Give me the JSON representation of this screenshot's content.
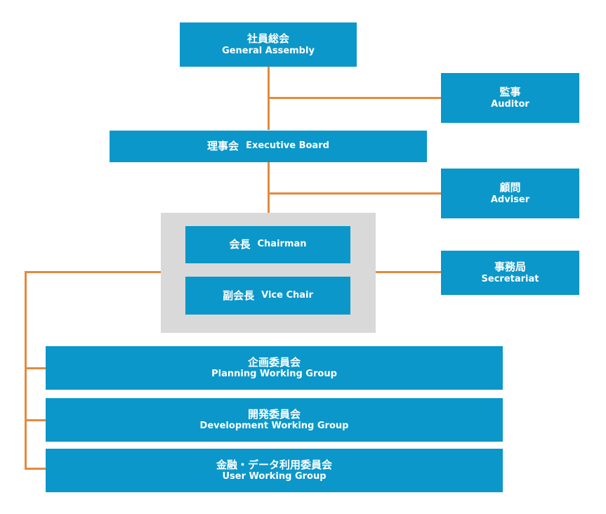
{
  "nodes": {
    "general_assembly": {
      "ja": "社員総会",
      "en": "General Assembly"
    },
    "auditor": {
      "ja": "監事",
      "en": "Auditor"
    },
    "executive_board": {
      "ja": "理事会",
      "en": "Executive Board"
    },
    "adviser": {
      "ja": "顧問",
      "en": "Adviser"
    },
    "chairman": {
      "ja": "会長",
      "en": "Chairman"
    },
    "vice_chair": {
      "ja": "副会長",
      "en": "Vice Chair"
    },
    "secretariat": {
      "ja": "事務局",
      "en": "Secretariat"
    },
    "planning": {
      "ja": "企画委員会",
      "en": "Planning Working Group"
    },
    "development": {
      "ja": "開発委員会",
      "en": "Development Working Group"
    },
    "user": {
      "ja": "金融・データ利用委員会",
      "en": "User Working Group"
    }
  },
  "colors": {
    "box": "#0b97c9",
    "connector": "#e48a3d",
    "group_background": "#d9d9d9",
    "text": "#ffffff"
  }
}
